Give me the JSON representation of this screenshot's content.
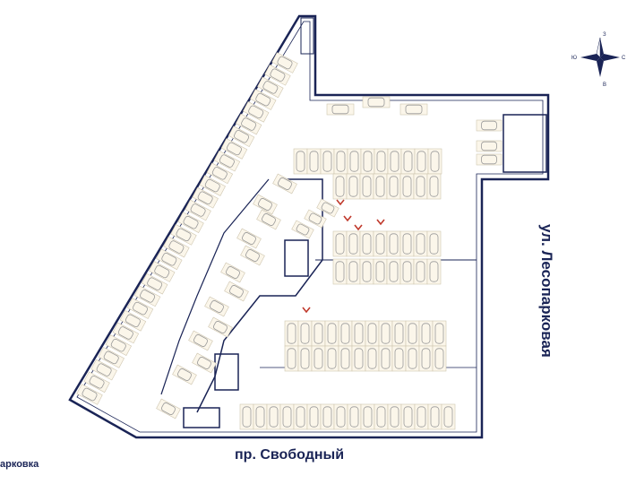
{
  "streets": {
    "bottom": "пр. Свободный",
    "right": "ул. Лесопарковая"
  },
  "legend": {
    "label": "арковка"
  },
  "compass": {
    "north": "З",
    "west": "Ю",
    "east": "С",
    "south": "В"
  },
  "colors": {
    "wall": "#1a2456",
    "space_fill": "#fbf6ea",
    "space_stroke": "#cfc6b0",
    "car": "#9a9a9a",
    "arrow": "#c0392b"
  }
}
